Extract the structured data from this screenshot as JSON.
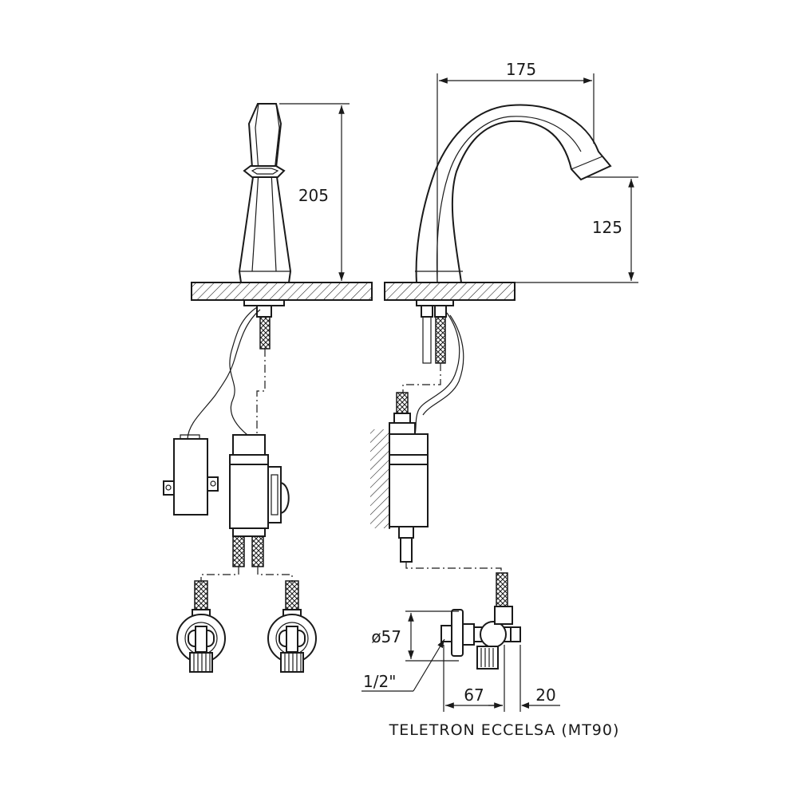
{
  "dimensions": {
    "front_height": "205",
    "side_reach": "175",
    "side_spout_height": "125",
    "valve_diameter": "ø57",
    "thread_size": "1/2\"",
    "valve_depth": "67",
    "valve_offset": "20"
  },
  "caption": "TELETRON ECCELSA (MT90)"
}
